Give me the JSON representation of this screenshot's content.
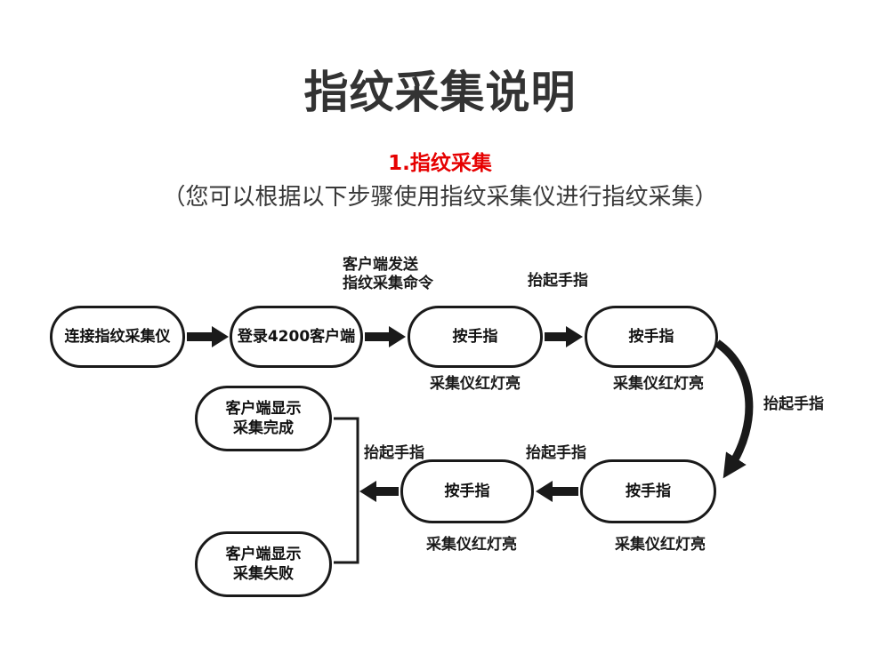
{
  "page": {
    "title": "指纹采集说明",
    "section_heading": "1.指纹采集",
    "subtitle": "（您可以根据以下步骤使用指纹采集仪进行指纹采集）"
  },
  "colors": {
    "background": "#ffffff",
    "ink": "#1a1a1a",
    "title_color": "#333333",
    "heading_red": "#e60000"
  },
  "flowchart": {
    "nodes": {
      "connect": {
        "label": "连接指纹采集仪"
      },
      "login": {
        "label": "登录4200客户端"
      },
      "press1": {
        "label": "按手指"
      },
      "press2": {
        "label": "按手指"
      },
      "press3": {
        "label": "按手指"
      },
      "press4": {
        "label": "按手指"
      },
      "done": {
        "line1": "客户端显示",
        "line2": "采集完成"
      },
      "fail": {
        "line1": "客户端显示",
        "line2": "采集失败"
      }
    },
    "labels": {
      "send_command_line1": "客户端发送",
      "send_command_line2": "指纹采集命令",
      "lift_finger": "抬起手指",
      "red_light_on": "采集仪红灯亮"
    }
  }
}
